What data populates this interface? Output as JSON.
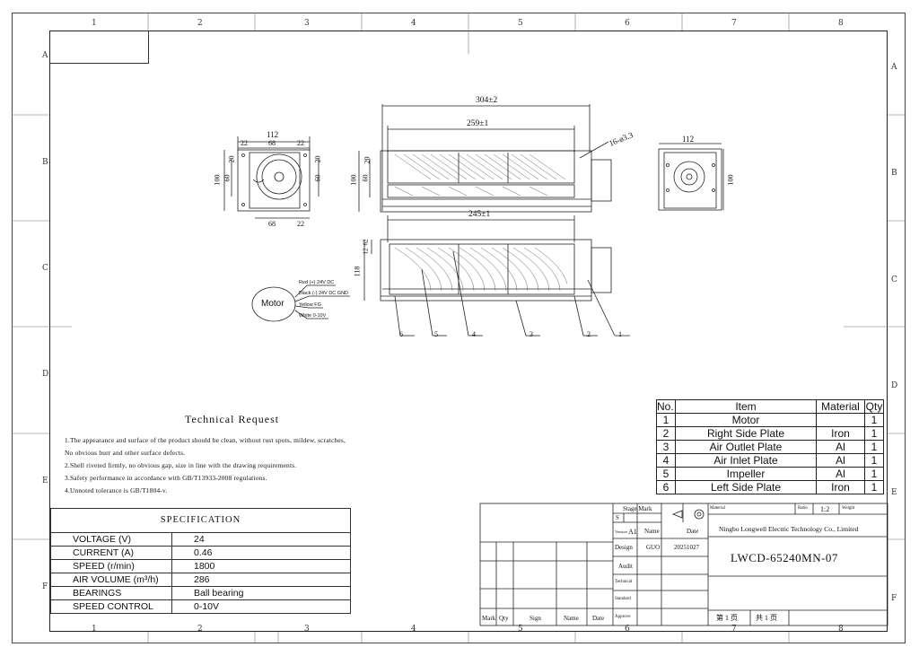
{
  "zones": {
    "columns": [
      "1",
      "2",
      "3",
      "4",
      "5",
      "6",
      "7",
      "8"
    ],
    "rows": [
      "A",
      "B",
      "C",
      "D",
      "E",
      "F"
    ]
  },
  "dimensions": {
    "d304": "304±2",
    "d259": "259±1",
    "d245": "245±1",
    "holes": "16-ø3.3",
    "d112": "112",
    "d100": "100",
    "d60": "60",
    "d20": "20",
    "d22": "22",
    "d68": "68",
    "d118": "118",
    "d62": "62",
    "d12": "12"
  },
  "motor": {
    "label": "Motor",
    "wires": [
      "Red (+) 24V DC",
      "Black (-) 24V DC GND",
      "Yellow FG",
      "White 0-10V"
    ]
  },
  "balloons": [
    "6",
    "5",
    "4",
    "3",
    "2",
    "1"
  ],
  "technical_request": {
    "title": "Technical Request",
    "lines": [
      "1.The appearance and surface of the product should be clean, without rust spots, mildew, scratches,",
      "  No obvious burr and other surface defects.",
      "2.Shell riveted firmly, no obvious gap, size in line with the drawing requirements.",
      "3.Safety performance in accordance with GB/T13933-2008 regulations.",
      "4.Unnoted tolerance is GB/T1804-v."
    ]
  },
  "specification": {
    "title": "SPECIFICATION",
    "rows": [
      {
        "label": "VOLTAGE (V)",
        "value": "24"
      },
      {
        "label": "CURRENT  (A)",
        "value": "0.46"
      },
      {
        "label": "SPEED   (r/min)",
        "value": "1800"
      },
      {
        "label": "AIR  VOLUME   (m³/h)",
        "value": "286"
      },
      {
        "label": "BEARINGS",
        "value": "Ball bearing"
      },
      {
        "label": "SPEED CONTROL",
        "value": "0-10V"
      }
    ]
  },
  "bom": {
    "headers": [
      "No.",
      "Item",
      "Material",
      "Qty"
    ],
    "rows": [
      {
        "no": "1",
        "item": "Motor",
        "material": "",
        "qty": "1"
      },
      {
        "no": "2",
        "item": "Right Side Plate",
        "material": "Iron",
        "qty": "1"
      },
      {
        "no": "3",
        "item": "Air Outlet Plate",
        "material": "Al",
        "qty": "1"
      },
      {
        "no": "4",
        "item": "Air Inlet Plate",
        "material": "Al",
        "qty": "1"
      },
      {
        "no": "5",
        "item": "Impeller",
        "material": "Al",
        "qty": "1"
      },
      {
        "no": "6",
        "item": "Left Side Plate",
        "material": "Iron",
        "qty": "1"
      }
    ]
  },
  "title_block": {
    "stage_mark": "Stage Mark",
    "s": "S",
    "version_label": "Version",
    "version": "A1",
    "name_label": "Name",
    "date_label": "Date",
    "design_label": "Design",
    "designer": "GUO",
    "design_date": "20251027",
    "audit_label": "Audit",
    "technical_label": "Technical",
    "standard_label": "Standard",
    "approve_label": "Approve",
    "material_label": "Material",
    "ratio_label": "Ratio",
    "ratio": "1:2",
    "weight_label": "Weight",
    "company": "Ningbo Longwell Electric Technology  Co., Limited",
    "part_no": "LWCD-65240MN-07",
    "sheet": "第 1 页",
    "total": "共 1 页",
    "bottom_labels": [
      "Mark",
      "Qty",
      "Sign",
      "Name",
      "Date"
    ]
  }
}
